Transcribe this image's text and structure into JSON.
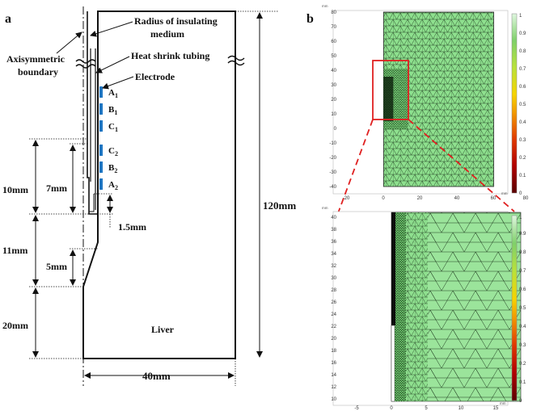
{
  "panel_a": {
    "letter": "a",
    "labels": {
      "radius": "Radius of insulating",
      "radius2": "medium",
      "axisym": "Axisymmetric",
      "axisym2": "boundary",
      "tubing": "Heat shrink tubing",
      "electrode": "Electrode",
      "liver": "Liver"
    },
    "electrodes": [
      {
        "main": "A",
        "sub": "1"
      },
      {
        "main": "B",
        "sub": "1"
      },
      {
        "main": "C",
        "sub": "1"
      },
      {
        "main": "C",
        "sub": "2"
      },
      {
        "main": "B",
        "sub": "2"
      },
      {
        "main": "A",
        "sub": "2"
      }
    ],
    "dimensions": {
      "d120": "120mm",
      "d40": "40mm",
      "d10": "10mm",
      "d7": "7mm",
      "d15": "1.5mm",
      "d11": "11mm",
      "d5": "5mm",
      "d20": "20mm"
    },
    "electrode_color": "#1f77c4"
  },
  "panel_b": {
    "letter": "b",
    "unit": "mm",
    "top": {
      "x_ticks": [
        "-20",
        "0",
        "20",
        "40",
        "60",
        "80"
      ],
      "y_ticks": [
        "-40",
        "-30",
        "-20",
        "-10",
        "0",
        "10",
        "20",
        "30",
        "40",
        "50",
        "60",
        "70",
        "80"
      ],
      "colorbar_ticks": [
        "0",
        "0.1",
        "0.2",
        "0.3",
        "0.4",
        "0.5",
        "0.6",
        "0.7",
        "0.8",
        "0.9",
        "1"
      ]
    },
    "bottom": {
      "x_ticks": [
        "-5",
        "0",
        "5",
        "10",
        "15"
      ],
      "y_ticks": [
        "10",
        "12",
        "14",
        "16",
        "18",
        "20",
        "22",
        "24",
        "26",
        "28",
        "30",
        "32",
        "34",
        "36",
        "38",
        "40"
      ],
      "colorbar_ticks": [
        "0",
        "0.1",
        "0.2",
        "0.3",
        "0.4",
        "0.5",
        "0.6",
        "0.7",
        "0.8",
        "0.9",
        "1"
      ]
    },
    "mesh_color": "#8fe28f",
    "highlight_color": "#e02020"
  }
}
